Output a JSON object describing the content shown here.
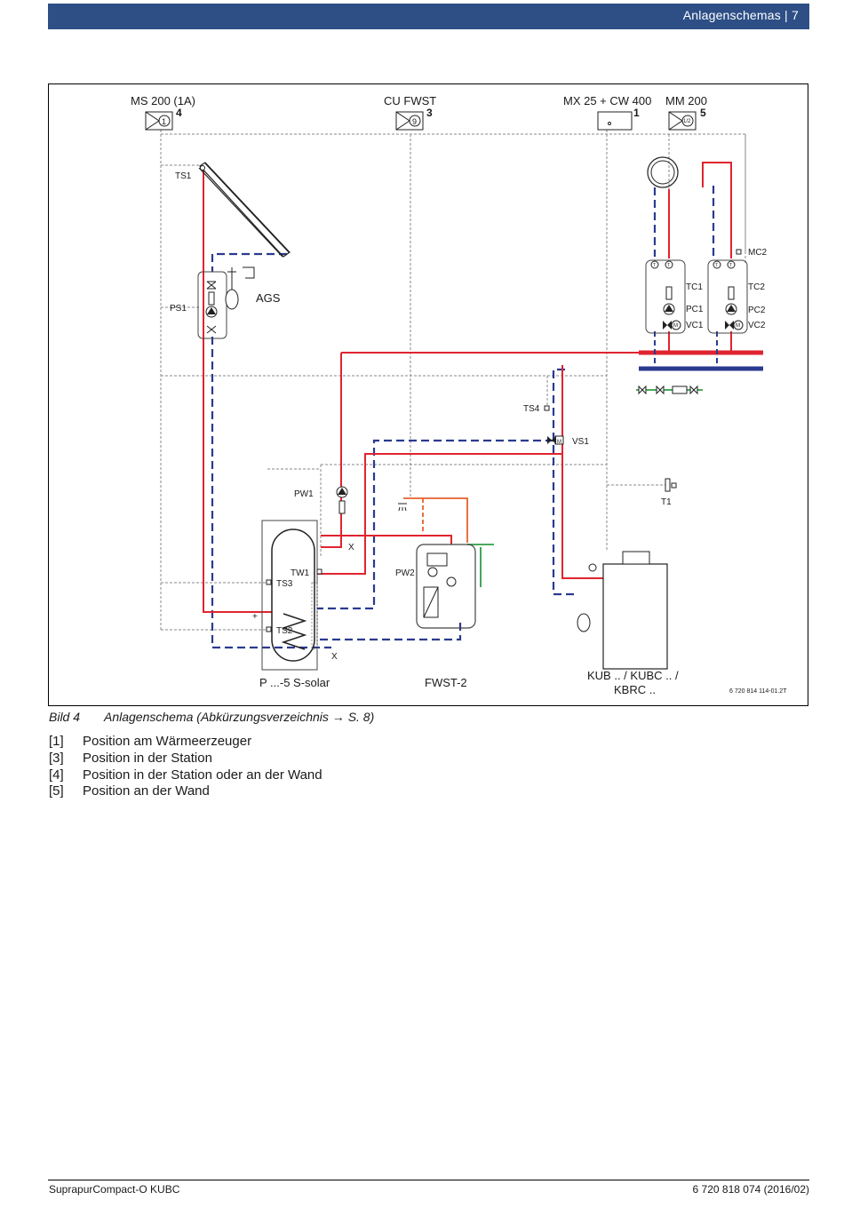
{
  "header": {
    "title": "Anlagenschemas",
    "page_number": "7"
  },
  "diagram": {
    "modules": [
      {
        "name": "MS 200 (1A)",
        "position": "4",
        "symbol": "1"
      },
      {
        "name": "CU FWST",
        "position": "3",
        "symbol": "9"
      },
      {
        "name": "MX 25 + CW 400",
        "position": "1"
      },
      {
        "name": "MM 200",
        "position": "5",
        "symbol": "1/2"
      }
    ],
    "labels": {
      "ts1": "TS1",
      "ps1": "PS1",
      "ags": "AGS",
      "mc2": "MC2",
      "tc1": "TC1",
      "pc1": "PC1",
      "vc1": "VC1",
      "tc2": "TC2",
      "pc2": "PC2",
      "vc2": "VC2",
      "ts4": "TS4",
      "vs1": "VS1",
      "pw1": "PW1",
      "t1": "T1",
      "tw1": "TW1",
      "ts3": "TS3",
      "ts2": "TS2",
      "pw2": "PW2",
      "x_upper": "X",
      "x_lower": "X",
      "plus": "+",
      "tank": "P ...-5 S-solar",
      "station": "FWST-2",
      "boiler_line1": "KUB .. / KUBC .. /",
      "boiler_line2": "KBRC ..",
      "drawing_id": "6 720 814 114-01.2T",
      "thermometer": "T",
      "motor": "M"
    }
  },
  "caption": {
    "number": "Bild 4",
    "text": "Anlagenschema (Abkürzungsverzeichnis → S. 8)"
  },
  "legend": [
    {
      "key": "[1]",
      "text": "Position am Wärmeerzeuger"
    },
    {
      "key": "[3]",
      "text": "Position in der Station"
    },
    {
      "key": "[4]",
      "text": "Position in der Station oder an der Wand"
    },
    {
      "key": "[5]",
      "text": "Position an der Wand"
    }
  ],
  "footer": {
    "left": "SuprapurCompact-O KUBC",
    "right": "6 720 818 074 (2016/02)"
  },
  "colors": {
    "header": "#2d4f86",
    "supply": "#e0242f",
    "return": "#2b3a8f",
    "dhw": "#e8602c",
    "cold_water": "#2e9e44"
  }
}
